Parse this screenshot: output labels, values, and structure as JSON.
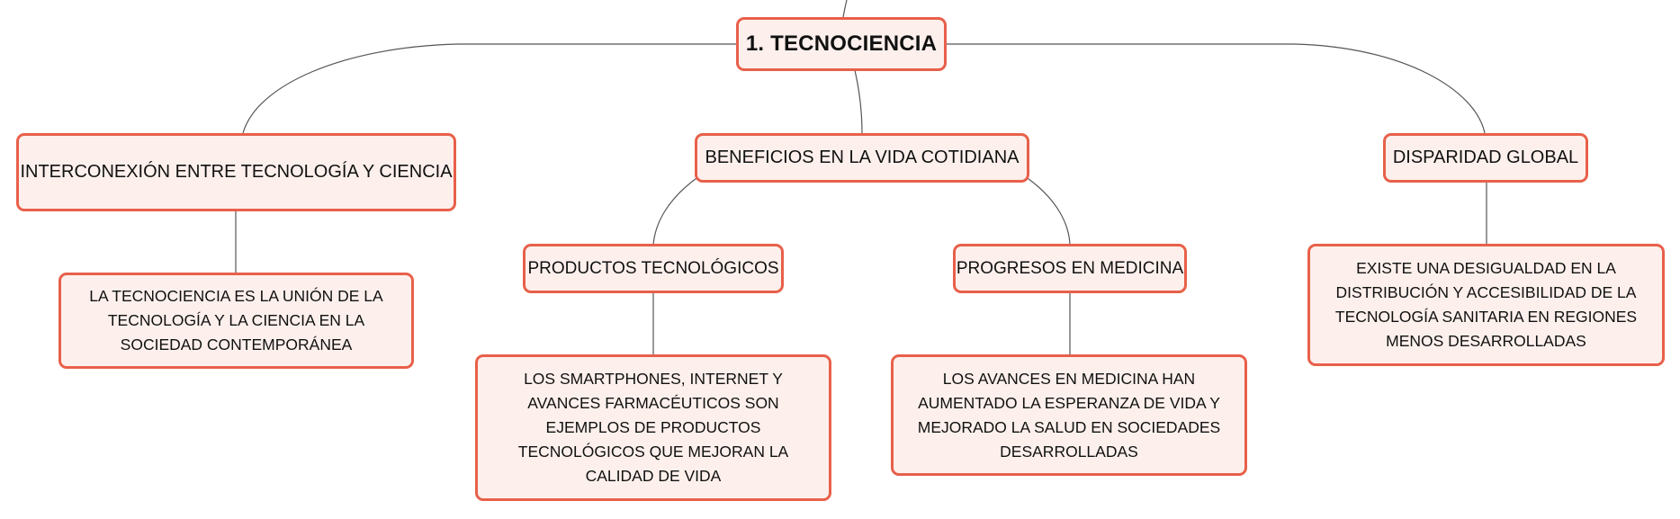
{
  "diagram": {
    "root": {
      "label": "1. TECNOCIENCIA"
    },
    "branches": {
      "interconexion": {
        "label": "INTERCONEXIÓN ENTRE TECNOLOGÍA Y CIENCIA",
        "detail": "LA TECNOCIENCIA ES LA UNIÓN DE LA TECNOLOGÍA Y LA CIENCIA EN LA SOCIEDAD CONTEMPORÁNEA"
      },
      "beneficios": {
        "label": "BENEFICIOS EN LA VIDA COTIDIANA",
        "productos": {
          "label": "PRODUCTOS TECNOLÓGICOS",
          "detail": "LOS SMARTPHONES, INTERNET Y AVANCES FARMACÉUTICOS SON EJEMPLOS DE PRODUCTOS TECNOLÓGICOS QUE MEJORAN LA CALIDAD DE VIDA"
        },
        "medicina": {
          "label": "PROGRESOS EN MEDICINA",
          "detail": "LOS AVANCES EN MEDICINA HAN AUMENTADO LA ESPERANZA DE VIDA Y MEJORADO LA SALUD EN SOCIEDADES DESARROLLADAS"
        }
      },
      "disparidad": {
        "label": "DISPARIDAD GLOBAL",
        "detail": "EXISTE UNA DESIGUALDAD EN LA DISTRIBUCIÓN Y ACCESIBILIDAD DE LA TECNOLOGÍA SANITARIA EN REGIONES MENOS DESARROLLADAS"
      }
    },
    "colors": {
      "node_border": "#e8604a",
      "node_fill": "#fdf0ec",
      "connector": "#555555"
    }
  }
}
